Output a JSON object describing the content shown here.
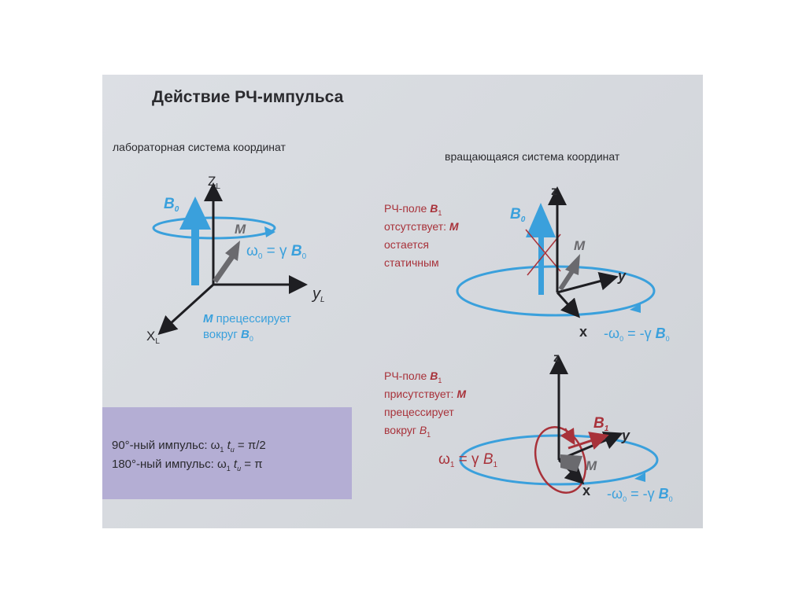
{
  "title": "Действие РЧ-импульса",
  "lab": {
    "heading": "лабораторная система координат",
    "z_axis": "Z",
    "z_sub": "L",
    "y_axis": "y",
    "y_sub": "L",
    "x_axis": "X",
    "x_sub": "L",
    "b0": "B",
    "b0_sub": "0",
    "m": "M",
    "formula_w": "ω",
    "formula_w_sub": "0",
    "formula_rest": " = γ ",
    "formula_b": "B",
    "formula_b_sub": "0",
    "caption_m": "M",
    "caption_line1": " прецессирует",
    "caption_line2": "вокруг ",
    "caption_b": "B",
    "caption_b_sub": "0"
  },
  "rot": {
    "heading": "вращающаяся система координат",
    "top": {
      "line1": "РЧ-поле ",
      "line1_b": "B",
      "line1_sub": "1",
      "line2": "отсутствует: ",
      "line2_m": "M",
      "line3": "остается",
      "line4": "статичным",
      "z": "z",
      "y": "y",
      "x": "x",
      "b0": "B",
      "b0_sub": "0",
      "m": "M",
      "formula": "-ω",
      "formula_sub": "0",
      "formula_rest": " = -γ ",
      "formula_b": "B",
      "formula_b_sub": "0"
    },
    "bottom": {
      "line1": "РЧ-поле ",
      "line1_b": "B",
      "line1_sub": "1",
      "line2": "присутствует: ",
      "line2_m": "M",
      "line3": "прецессирует",
      "line4": "вокруг ",
      "line4_b": "B",
      "line4_sub": "1",
      "z": "z",
      "y": "y",
      "x": "x",
      "b1": "B",
      "b1_sub": "1",
      "m": "M",
      "w1": "ω",
      "w1_sub": "1",
      "w1_rest": " = γ ",
      "w1_b": "B",
      "w1_b_sub": "1",
      "formula": "-ω",
      "formula_sub": "0",
      "formula_rest": " = -γ ",
      "formula_b": "B",
      "formula_b_sub": "0"
    }
  },
  "pulse_box": {
    "line1_a": "90°-ный импульс: ω",
    "line1_sub": "1",
    "line1_t": " t",
    "line1_tsub": "и",
    "line1_end": " = π/2",
    "line2_a": "180°-ный импульс: ω",
    "line2_sub": "1",
    "line2_t": " t",
    "line2_tsub": "и",
    "line2_end": " = π"
  },
  "colors": {
    "blue": "#3aa0dc",
    "red": "#a8323a",
    "box": "#b4aed4",
    "axis": "#1e1e22",
    "m_vector": "#6a6a6e"
  }
}
